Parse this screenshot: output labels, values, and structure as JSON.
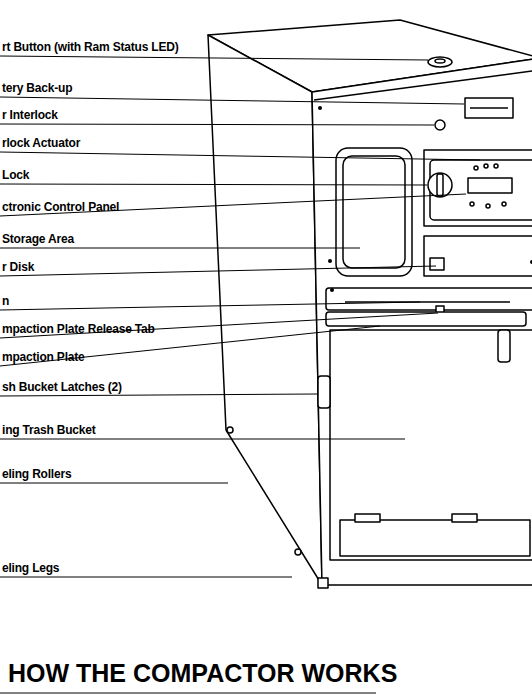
{
  "diagram": {
    "title": "HOW THE COMPACTOR WORKS",
    "labels": [
      "rt Button (with Ram Status LED)",
      "tery Back-up",
      "r Interlock",
      "rlock Actuator",
      "Lock",
      "ctronic Control Panel",
      "Storage Area",
      "r Disk",
      "n",
      "mpaction Plate Release Tab",
      "mpaction Plate",
      "sh Bucket Latches (2)",
      "ing Trash Bucket",
      "eling Rollers",
      "eling Legs"
    ]
  }
}
